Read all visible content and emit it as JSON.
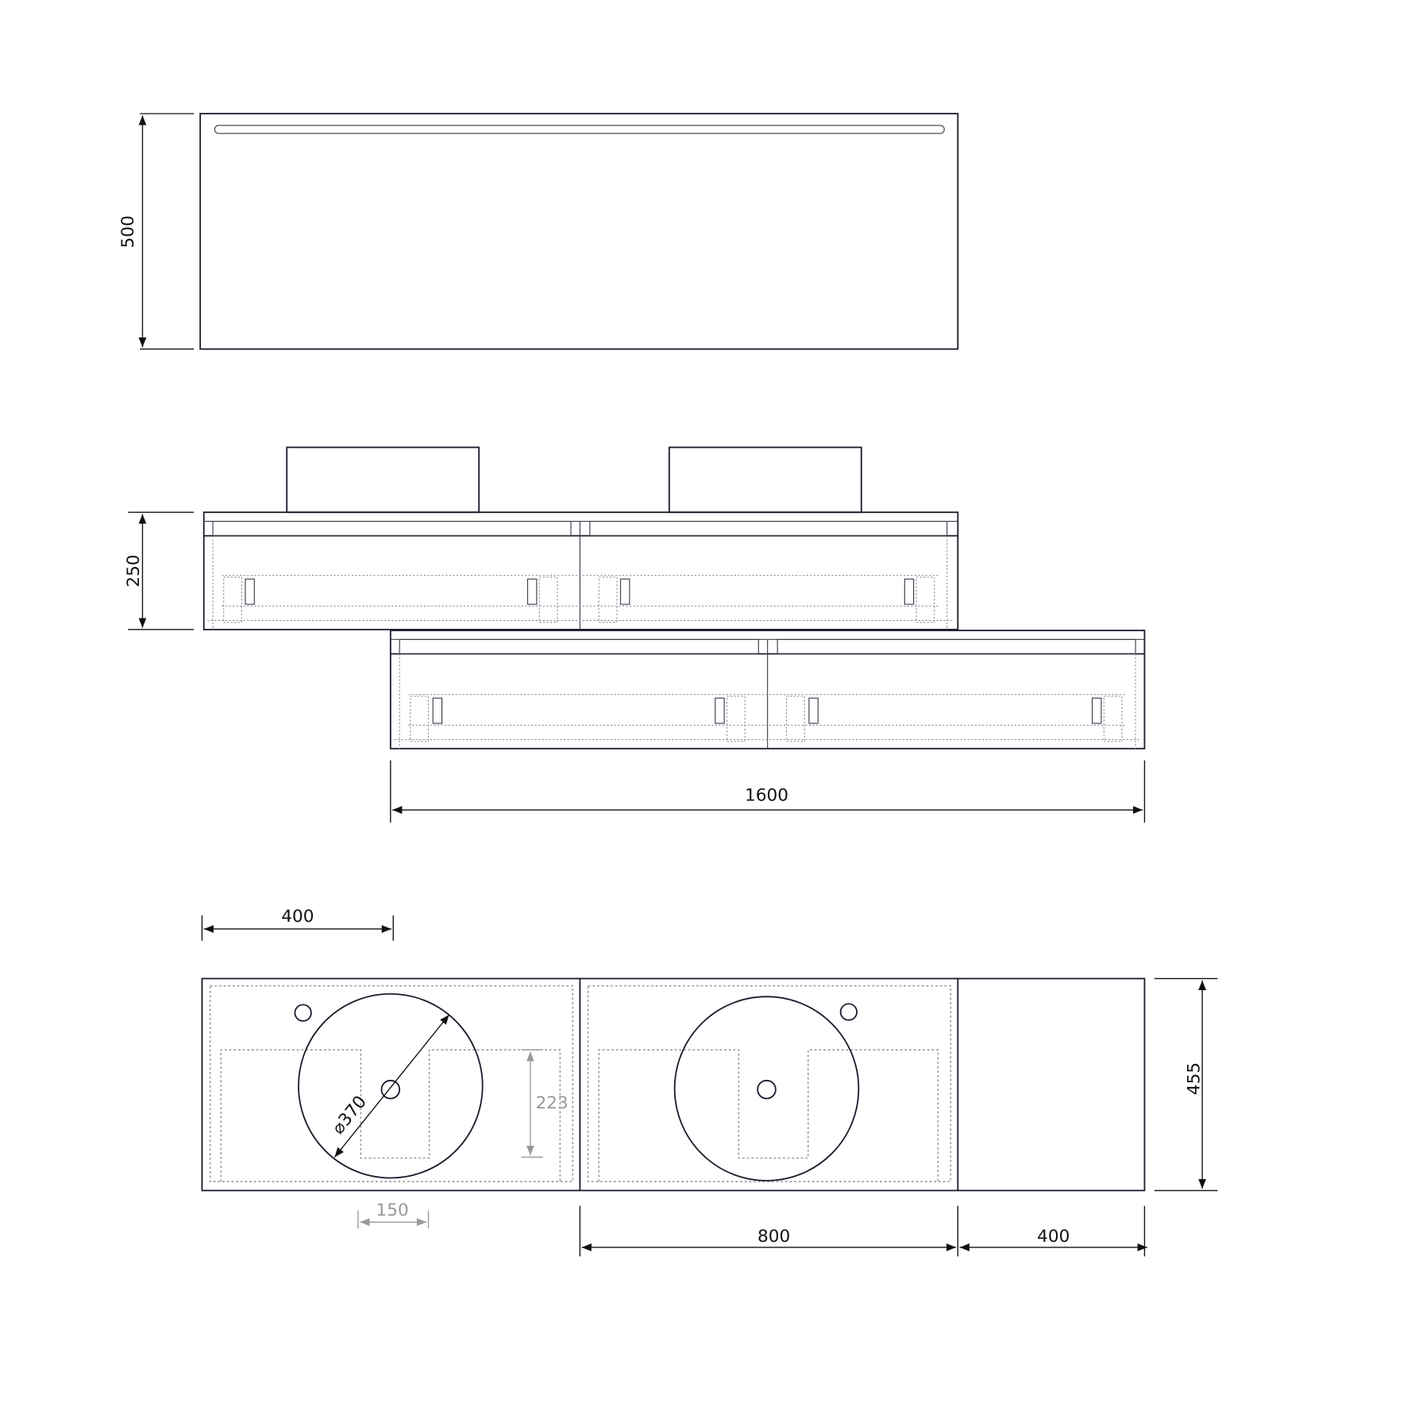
{
  "dimensions": {
    "mirror_height": "500",
    "cabinet_height": "250",
    "total_width": "1600",
    "left_offset": "400",
    "sink_diameter": "370",
    "diameter_symbol": "⌀",
    "drain_depth": "223",
    "drain_width": "150",
    "cabinet_width": "800",
    "side_width": "400",
    "depth": "455"
  },
  "colors": {
    "line": "#1a1d2b",
    "secondary_dimension": "#999999"
  }
}
